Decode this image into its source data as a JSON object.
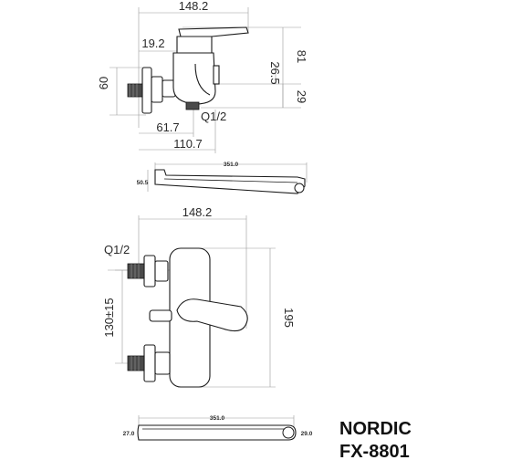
{
  "side_view": {
    "dims": {
      "top_width": "148.2",
      "body_offset": "19.2",
      "height_total": "81",
      "height_handle": "26.5",
      "height_lower": "29",
      "height_left": "60",
      "thread": "Q1/2",
      "depth_inner": "61.7",
      "depth_outer": "110.7"
    }
  },
  "spout_top": {
    "dims": {
      "length": "351.0",
      "height": "50.5"
    }
  },
  "front_view": {
    "dims": {
      "width": "148.2",
      "thread": "Q1/2",
      "center_distance": "130±15",
      "height": "195"
    }
  },
  "spout_bottom": {
    "dims": {
      "length": "351.0",
      "left": "27.0",
      "right": "29.0"
    }
  },
  "product": {
    "name": "NORDIC",
    "code": "FX-8801"
  }
}
